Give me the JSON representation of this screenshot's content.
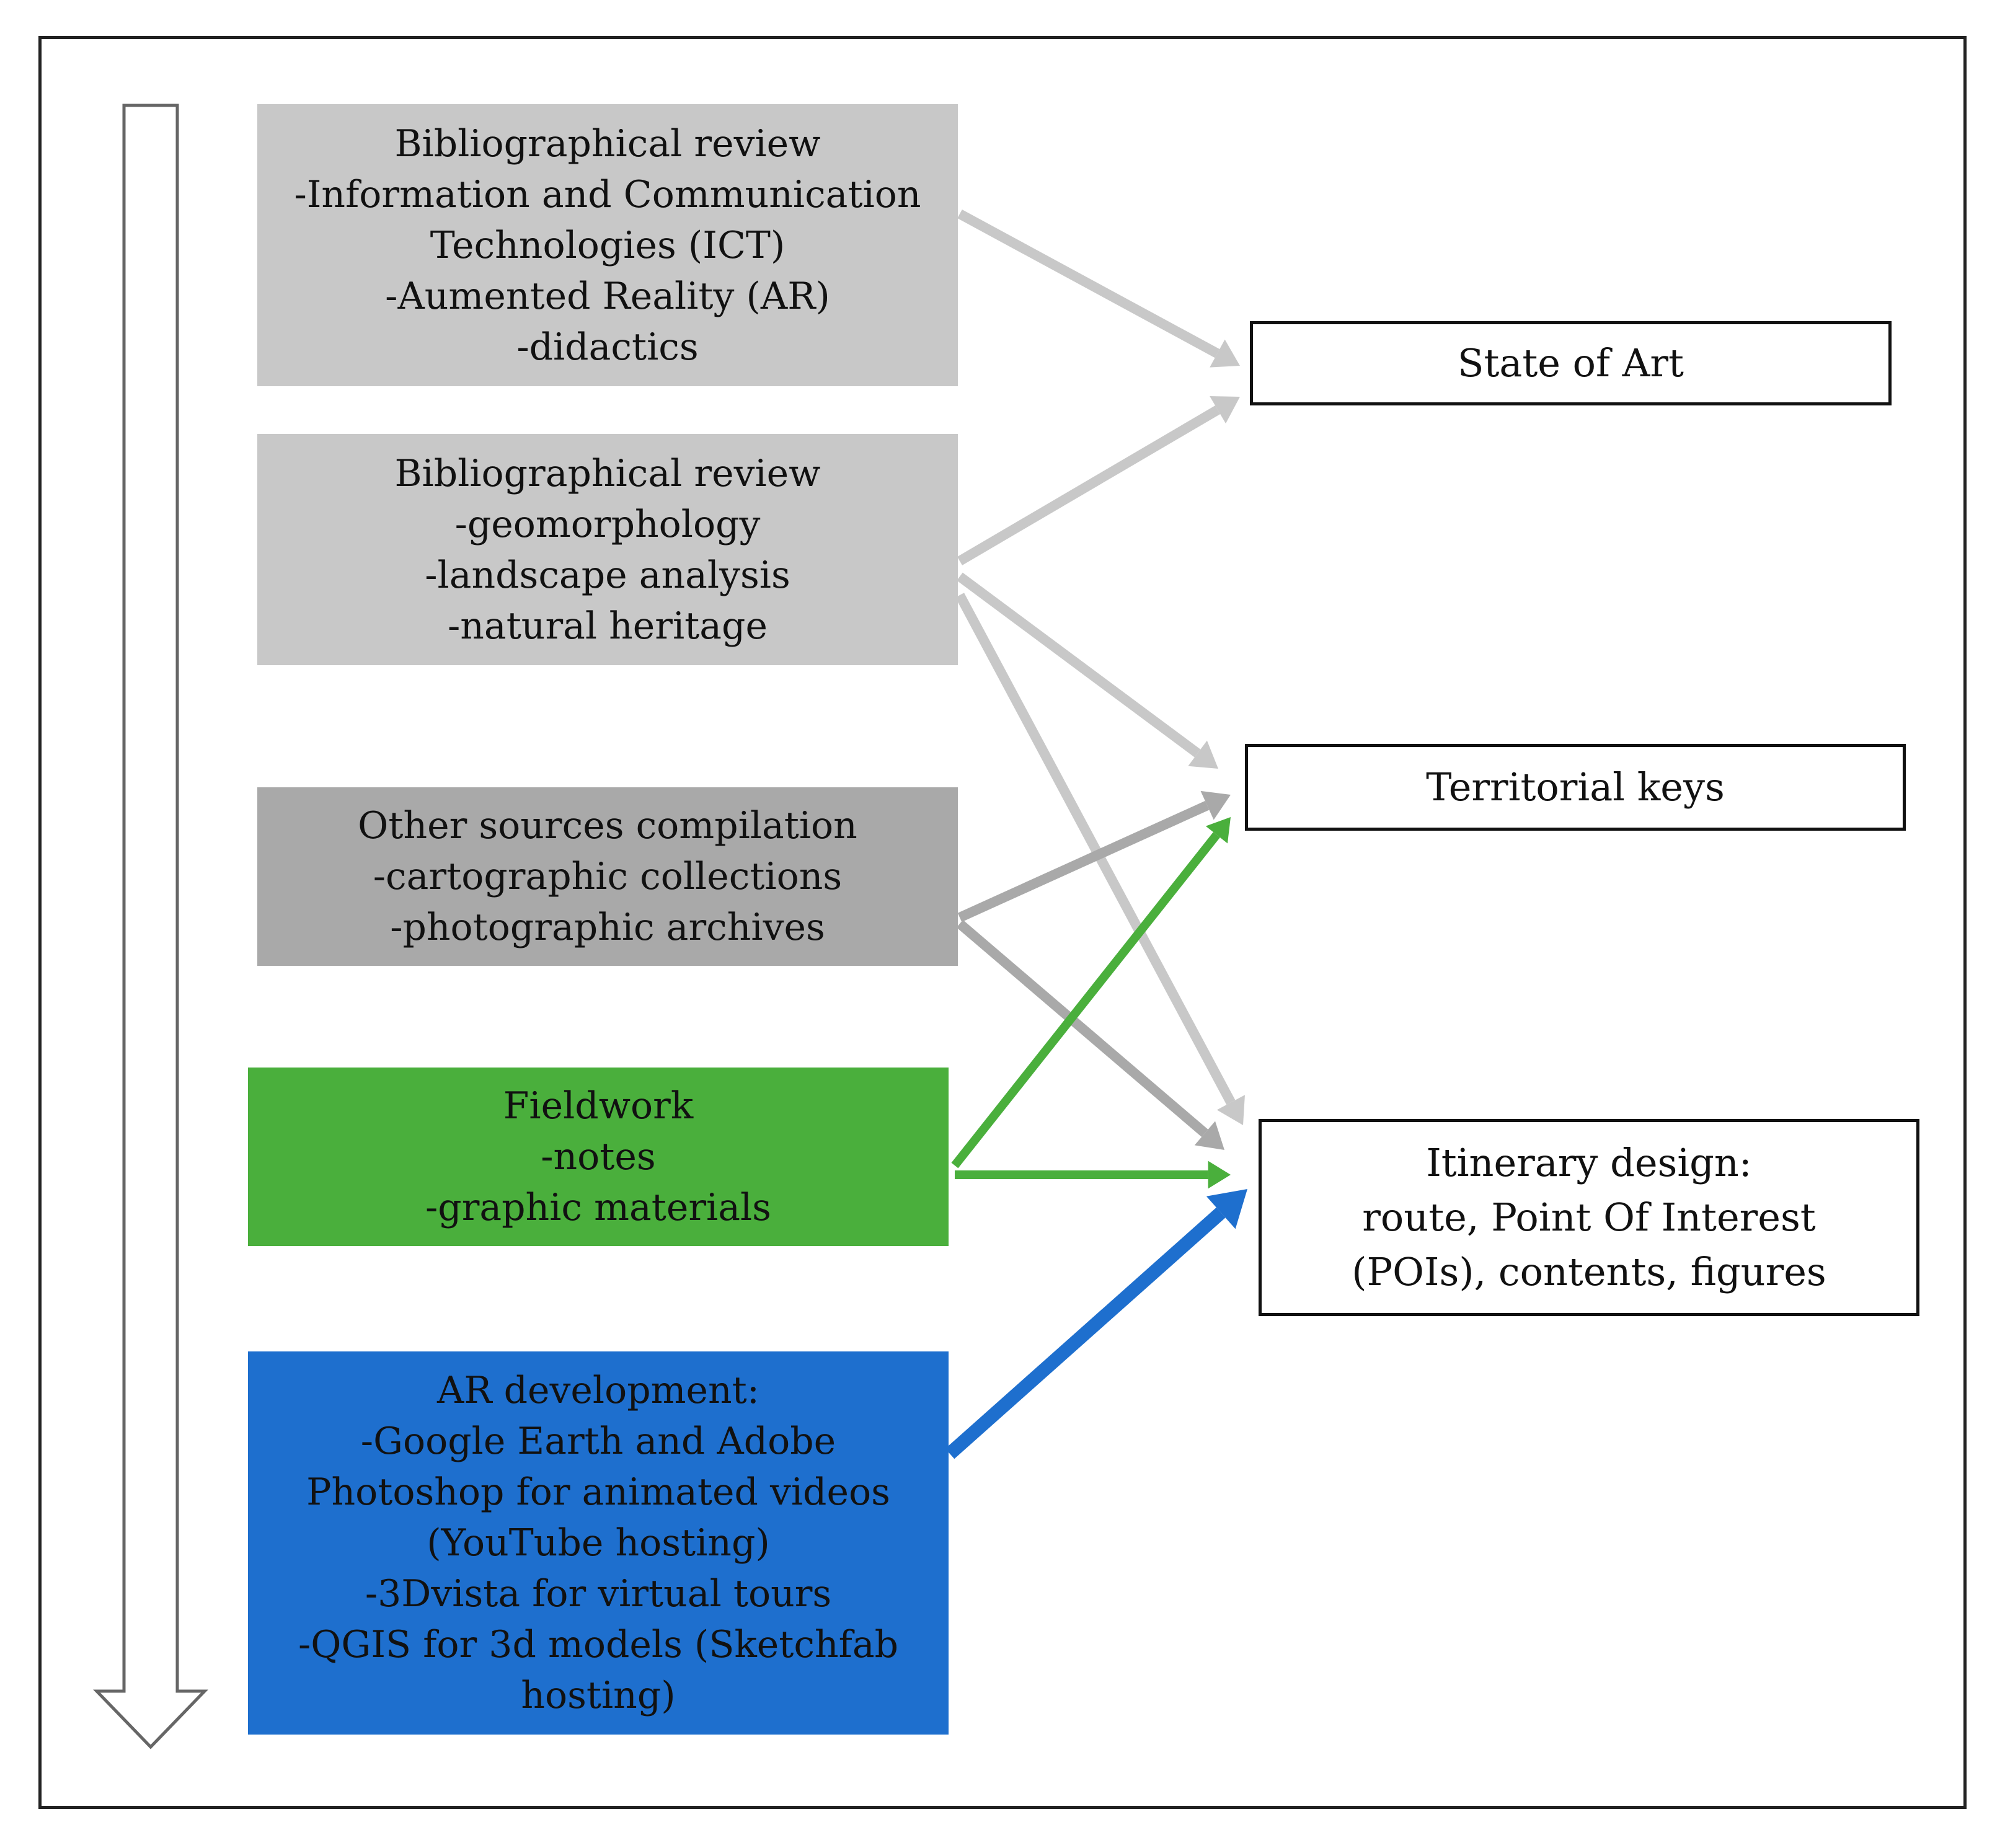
{
  "sources": [
    {
      "id": "biblio-ict",
      "lines": [
        "Bibliographical review",
        "-Information and Communication",
        "Technologies (ICT)",
        "-Aumented Reality (AR)",
        "-didactics"
      ],
      "color": "#c8c8c8"
    },
    {
      "id": "biblio-geo",
      "lines": [
        "Bibliographical review",
        "-geomorphology",
        "-landscape analysis",
        "-natural heritage"
      ],
      "color": "#c8c8c8"
    },
    {
      "id": "other-sources",
      "lines": [
        "Other sources compilation",
        "-cartographic collections",
        "-photographic archives"
      ],
      "color": "#a9a9a9"
    },
    {
      "id": "fieldwork",
      "lines": [
        "Fieldwork",
        "-notes",
        "-graphic materials"
      ],
      "color": "#4aaf3c"
    },
    {
      "id": "ar-development",
      "lines": [
        "AR development:",
        "-Google Earth and Adobe",
        "Photoshop for animated videos",
        "(YouTube hosting)",
        "-3Dvista for virtual tours",
        "-QGIS for 3d models (Sketchfab",
        "hosting)"
      ],
      "color": "#1e6fce"
    }
  ],
  "outputs": [
    {
      "id": "state-of-art",
      "lines": [
        "State of Art"
      ]
    },
    {
      "id": "territorial-keys",
      "lines": [
        "Territorial  keys"
      ]
    },
    {
      "id": "itinerary-design",
      "lines": [
        "Itinerary  design:",
        "route,  Point  Of Interest",
        "(POIs),  contents,  figures"
      ]
    }
  ],
  "connections": [
    {
      "from": "biblio-ict",
      "to": "state-of-art",
      "color": "#c8c8c8"
    },
    {
      "from": "biblio-geo",
      "to": "state-of-art",
      "color": "#c8c8c8"
    },
    {
      "from": "biblio-geo",
      "to": "territorial-keys",
      "color": "#c8c8c8"
    },
    {
      "from": "biblio-geo",
      "to": "itinerary-design",
      "color": "#c8c8c8"
    },
    {
      "from": "other-sources",
      "to": "territorial-keys",
      "color": "#a9a9a9"
    },
    {
      "from": "other-sources",
      "to": "itinerary-design",
      "color": "#a9a9a9"
    },
    {
      "from": "fieldwork",
      "to": "territorial-keys",
      "color": "#4aaf3c"
    },
    {
      "from": "fieldwork",
      "to": "itinerary-design",
      "color": "#4aaf3c"
    },
    {
      "from": "ar-development",
      "to": "itinerary-design",
      "color": "#1e6fce"
    }
  ]
}
